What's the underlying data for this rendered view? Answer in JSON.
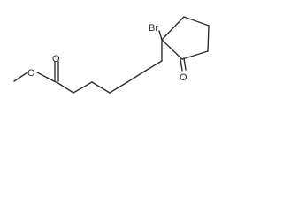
{
  "structure": {
    "atoms": {
      "ester_oxygen": "O",
      "carbonyl_oxygen_ester": "O",
      "bromine": "Br",
      "ketone_oxygen": "O"
    }
  }
}
